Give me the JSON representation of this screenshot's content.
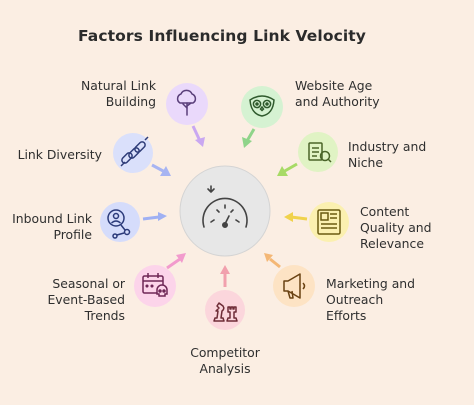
{
  "title": "Factors Influencing Link Velocity",
  "center": {
    "icon": "speedometer-icon"
  },
  "factors": [
    {
      "id": "natural-link-building",
      "lines": [
        "Natural Link",
        "Building"
      ],
      "icon": "tree-icon",
      "color": "#ead9fb"
    },
    {
      "id": "website-age-authority",
      "lines": [
        "Website Age",
        "and Authority"
      ],
      "icon": "owl-icon",
      "color": "#d5f2d2"
    },
    {
      "id": "industry-niche",
      "lines": [
        "Industry and",
        "Niche"
      ],
      "icon": "industry-document-icon",
      "color": "#e0f3c4"
    },
    {
      "id": "content-quality",
      "lines": [
        "Content",
        "Quality and",
        "Relevance"
      ],
      "icon": "document-icon",
      "color": "#fbf0b0"
    },
    {
      "id": "marketing-outreach",
      "lines": [
        "Marketing and",
        "Outreach",
        "Efforts"
      ],
      "icon": "megaphone-icon",
      "color": "#fde3c4"
    },
    {
      "id": "competitor-analysis",
      "lines": [
        "Competitor",
        "Analysis"
      ],
      "icon": "chess-icon",
      "color": "#fbd6dc"
    },
    {
      "id": "seasonal-trends",
      "lines": [
        "Seasonal or",
        "Event-Based",
        "Trends"
      ],
      "icon": "calendar-skull-icon",
      "color": "#fcd4ea"
    },
    {
      "id": "inbound-link-profile",
      "lines": [
        "Inbound Link",
        "Profile"
      ],
      "icon": "profile-network-icon",
      "color": "#d5dcfb"
    },
    {
      "id": "link-diversity",
      "lines": [
        "Link Diversity"
      ],
      "icon": "chain-link-icon",
      "color": "#dae0fb"
    }
  ]
}
